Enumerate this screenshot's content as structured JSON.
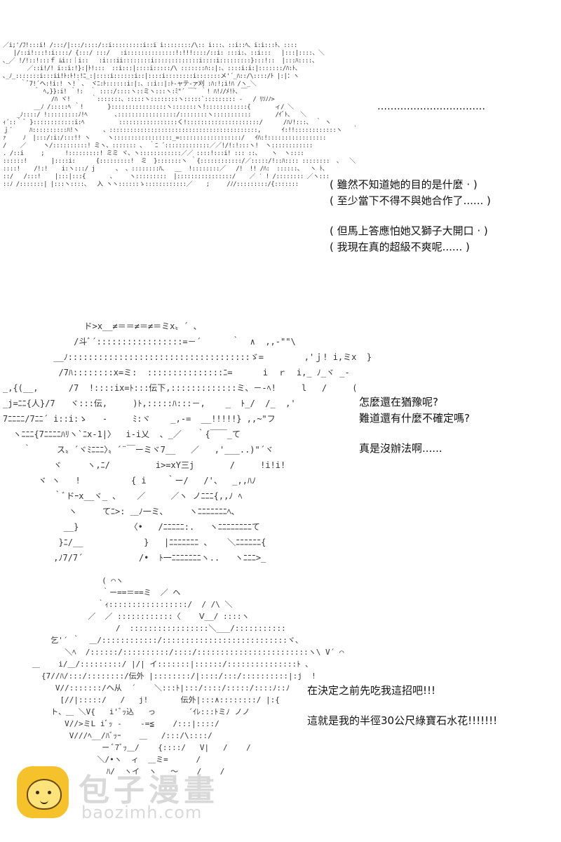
{
  "panel1": {
    "art": [
      "／i;'/ﾌ!:::i! /:::/|:::/::::/::i:::::::::i::i i::::::::/\\:: i:::、::i::ﾍ、i:i:::ﾄ、::::",
      "   |/::i!:::!:i::::/ {:::/ :::/   :i::::::::::::::!:!!!::::/::i: :::i:、::i:::   |:::|::::、＼",
      "､_／ !/!::!:::ｆ ﾑi::｜i::   :i:::ii::::::::i:::::::::::::i::::i:::::::::}:::!::  |:::ﾊ::::、",
      "       ／::i!/! i::i:!}:|ﾄ!:::  ::i:::|::::i:::::/\\ :::::::ﾊ::|:、::::i:i:|:::::::/ﾊ:ﾄ、",
      "､_ﾉ_:::::::i:::ii!ﾄ:ﾄ!:!ﾆ_:|::::i::::::i::|::::i::::::::i:::::::メ'´_ﾊ::/\\::::/ﾄ |:|：ヽ",
      "     ｀ﾞ7!´ヘ:!i:! ヽ!｀、 ヾﾆ:ﾄ::::::i:|:、::i::|:ﾄ-ャテ-ァ刈 :ﾊ:!;i!ﾊ /ヽ_＼",
      "         ｀ ﾍ,}}:i! ｀!:  ｀ ::::/::::ヽ::ミヽ:::ヽ:ﾐ\"´ ￣ﾞ ｀! ﾊ!ﾉ/ﾒ!ﾄ、￣",
      "              /ﾊ ヾ!      ｀:::::::、:::::ヽ::::::::ヽ:::::`::::::::: -   / ﾘｿﾉﾉ>",
      "         __ﾉ /:::::ﾍ ｀!       }::::::::::::::::ヽ:::::::ヽ!::::::::::::{       ィ/ ＼",
      "    _ﾉ::::/ !:::::::::ﾉ!ﾍ        ､:::::::::::::::::/::::::::ヽ:::::::::::       /ｲﾞﾄ、  ＼",
      "ｨ´::｀ ﾞ }::::::::::::i:ﾍ          :::::::::::::::::く!:::::::::::::::::::::/      /ﾊﾉ!:::、 ｀ ヽ",
      "ｊ´     ﾊ::::::::::ﾊ!ヽ       、:::::::::::::::::::::::::::::::::::::::::::,      ｲ:!!::::::::::::ヽ   ｀",
      "ｧ     ﾉ  |:::/:i:/:::!! ヽ     ヽ:::::::::::::::::_=::::::::::::::::::/   ｲﾊ:!:::::::::::::::::",
      "/    ／     ヽ/::::::::::! ミヽ、::::::: 、 ｀ﾆ ´:::::::::::::／／!/!:!:::ヽ!  ヽ::::::::::::",
      ". /::i     ;      !:::::::::! ミミ ヾ、ヽ::::::::::::／／ ::::!:::i! ::: ::、   ヽ  ヽ::::",
      "::::::!       |::::i:      {:::::::::!  ミ  }:::::::ヽ ｀{::::::::::::/／:::::/!::ﾊ:::: ::::::::  、  ＼",
      "::::!    /!:!    i:ヽ:::/ j      ､  、::::::::ﾊ、  __  !::::::::／   /!  !! /ﾊ:  ::::::、  ヽ ﾄ、",
      "::/   /:::!    |:::|:::{       、    ヽ:::::::::  |::::::::::::::::/    ／ ′ ! /:::::::: ／ヽ:::",
      "::ﾉ /:::::::| |:::ヽ::::、  入 ヽヽ::::::ゝ::::::::::::／    ;     /ﾉ/:::::::::/{:::::::"
    ],
    "dots": "……………………………",
    "lines": [
      "( 雖然不知道她的目的是什麼 · )",
      "( 至少當下不得不與她合作了...... )",
      "",
      "( 但馬上答應怕她又獅子大開口 · )",
      "( 我現在真的超級不爽呢...... )"
    ]
  },
  "panel2": {
    "art": [
      "                ド>x__≠＝＝≠＝≠＝ミx〟´ ､",
      "              /斗ﾞ´:::::::::::::::::=－´      ｀  ∧  ,,-\"\"\\",
      "          __ﾉ::::::::::::::::::::::::::::::::::::ゞ=        ,'ｊ! i,ミx  }",
      "           /7ﾊ::::::::x=ミ:  :::::::::::::::ﾆ=      i  ｒ  i,_ ﾉ_ヾ _-",
      "_,{(__,      /7  !::::ix=ﾄ:::伝下,:::::::::::::ミ、－‐ﾍ!     l   /     (",
      "_j=ﾆﾆ{人}/7   ヾ:::伝,     )ﾄ,:::::ﾊ:::－,    _  ﾄ_/  /_  ,'",
      "7ﾆﾆﾆﾆ/7ﾆﾆ´ i::i:ゝ   ‐     ﾐ:ヾ    _,-=  __!!!!!} ,,~\"フ",
      "  ヽﾆﾆﾆ{7ﾆﾆﾆﾆﾊﾘヽ`ﾆx-1|〉  i-i乂  、_／   ｀{￣￣_て",
      "    ｀     ス〟´ヾﾐﾆﾆﾆ〉〟´¨￣ーミヾ7__   ／   ,'___..)\"´ヾ",
      "          ヾ     ヽ,ﾆ/         i>=xY三j       /     !i!i!",
      "       ヾ ヽ   !          { i    ｀ー/   /'、  _,,ﾊﾉ",
      "          ｀ﾞドｰx__ヾ_ ､    ／     ／ヽ ノﾆﾆﾆ{,,ﾉ ﾍ",
      "             ヽ     てﾆ>: ＿ﾉ一ミ､     ヽﾆﾆﾆﾆﾆﾆﾆﾍ､",
      "            __}          〈•   /ﾆﾆﾆﾆﾆ:.   ヽﾆﾆﾆﾆﾆﾆﾆﾆて",
      "           }ﾆ/__            }   |ﾆﾆﾆﾆﾆﾆﾆ 、   ＼ﾆﾆﾆﾆﾆﾆ{",
      "          ,ﾉ7/7´           /•  ﾄ一ﾆﾆﾆﾆﾆﾆﾆヽ..   ヽﾆﾆﾆ>_"
    ],
    "lines": [
      "怎麼還在猶豫呢?",
      "難道還有什麼不確定嗎?",
      "",
      "真是沒辦法啊......"
    ]
  },
  "panel3": {
    "art": [
      "                     ( ⌒ヽ",
      "                     ｀ー==＝==ミ  ／ ヘ",
      "                    ｀ｨ:::::::::::::::::/  / /\\ ＼",
      "                  ／  ／ ::::::::::::〈    Ⅴ__/ ::::ヽ",
      "                        /  :::::::::::::::::＼___/:::::::::::",
      "          乞'´ ｀  ＿/::::::::::::/:::::::::::::::::::::::::::ヾ、",
      "             ＼ﾍ  /::::::/::::::::::/::::/::::::::::::::::::::::::ヽ\\ V´ ⌒",
      "      ＿    i/＿/:::::::::/ |/| イ:::::::|::::::/:::::::::::::::ﾄ ､",
      "        {7//ﾊ/:::/::::::::/伝外 |::::::::/|::::/:::/::::::::::|:j  !",
      "           V//:::::::/ヘ从  ´    ＼:::ﾄ|:::/::::/:::::/::::ﾉ::ﾉ",
      "            [//|:::::/   /   j!       伝外|:::∧::::::::/ |:{",
      "          ト、＿ ＼V{   i'ﾞｯ込   っ       ´ｲﾚ:::ﾄミﾉ ノノ",
      "             V//>ミL iﾞｯ ‐    ‐=≦    /:::|::::/",
      "              V///ﾍ__/ﾊﾞｯｰ    ＿   /:::/\\::::/",
      "                     ー ﾞ7ﾞｯ＿/    {::::/   V|   /    /",
      "                    ＼/•ヽ  ィ  ＿ミ=      /",
      "                      ﾊ/  ヽイ  ヽ   ～    /    /"
    ],
    "lines": [
      "在決定之前先吃我這招吧!!!",
      "",
      "這就是我的半徑30公尺綠寶石水花!!!!!!!"
    ]
  },
  "watermark": {
    "title": "包子漫畫",
    "url": "baozimh.com",
    "brand_color": "#f5c22b",
    "icon": "bun-mascot-icon"
  }
}
